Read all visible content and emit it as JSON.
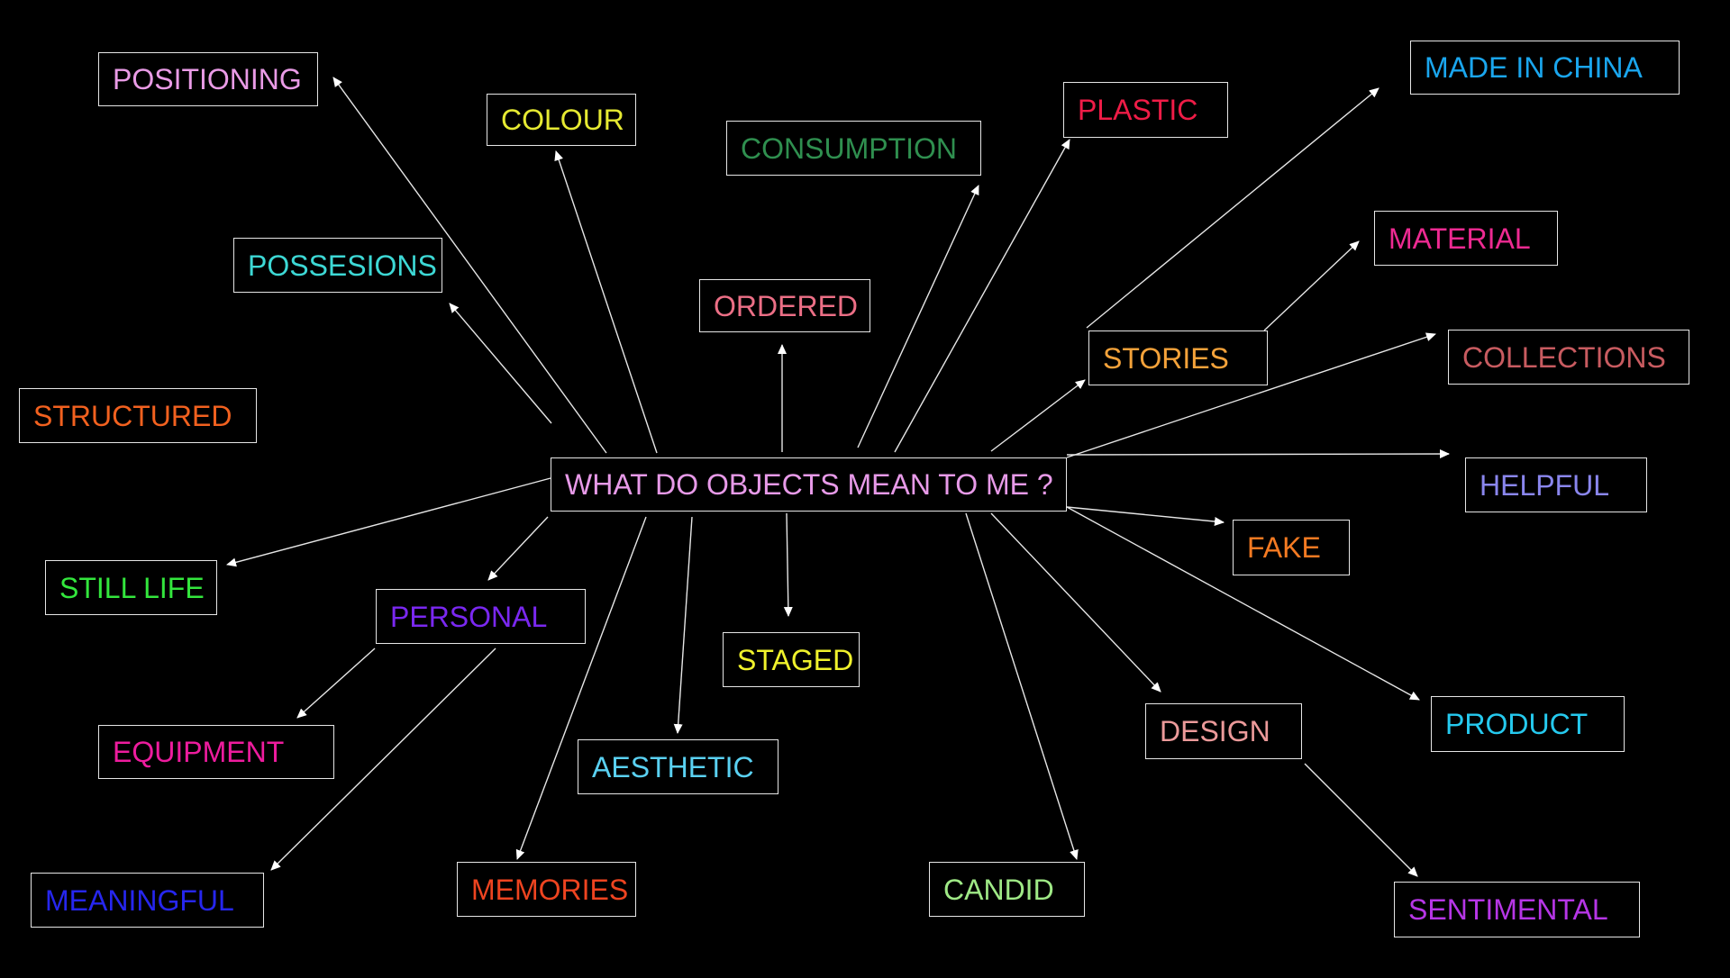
{
  "central": {
    "label": "WHAT DO OBJECTS MEAN TO ME ?",
    "color": "#e79ae8"
  },
  "nodes": [
    {
      "id": "positioning",
      "label": "POSITIONING",
      "color": "#e99be6"
    },
    {
      "id": "colour",
      "label": "COLOUR",
      "color": "#e6ea32"
    },
    {
      "id": "consumption",
      "label": "CONSUMPTION",
      "color": "#2f8f4f"
    },
    {
      "id": "plastic",
      "label": "PLASTIC",
      "color": "#ef1c47"
    },
    {
      "id": "made-in-china",
      "label": "MADE IN CHINA",
      "color": "#1aa6ee"
    },
    {
      "id": "possesions",
      "label": "POSSESIONS",
      "color": "#3dd8d5"
    },
    {
      "id": "ordered",
      "label": "ORDERED",
      "color": "#ec6f86"
    },
    {
      "id": "material",
      "label": "MATERIAL",
      "color": "#ee2a92"
    },
    {
      "id": "stories",
      "label": "STORIES",
      "color": "#f4a23a"
    },
    {
      "id": "collections",
      "label": "COLLECTIONS",
      "color": "#c85b60"
    },
    {
      "id": "structured",
      "label": "STRUCTURED",
      "color": "#f2611f"
    },
    {
      "id": "helpful",
      "label": "HELPFUL",
      "color": "#8a86ee"
    },
    {
      "id": "fake",
      "label": "FAKE",
      "color": "#f47a22"
    },
    {
      "id": "still-life",
      "label": "STILL LIFE",
      "color": "#33e63d"
    },
    {
      "id": "personal",
      "label": "PERSONAL",
      "color": "#7a28f0"
    },
    {
      "id": "staged",
      "label": "STAGED",
      "color": "#f0f22c"
    },
    {
      "id": "product",
      "label": "PRODUCT",
      "color": "#25c9ee"
    },
    {
      "id": "equipment",
      "label": "EQUIPMENT",
      "color": "#ee1c9e"
    },
    {
      "id": "design",
      "label": "DESIGN",
      "color": "#ec9a9a"
    },
    {
      "id": "aesthetic",
      "label": "AESTHETIC",
      "color": "#5ad1f2"
    },
    {
      "id": "meaningful",
      "label": "MEANINGFUL",
      "color": "#2626ee"
    },
    {
      "id": "memories",
      "label": "MEMORIES",
      "color": "#ee4420"
    },
    {
      "id": "candid",
      "label": "CANDID",
      "color": "#9fe986"
    },
    {
      "id": "sentimental",
      "label": "SENTIMENTAL",
      "color": "#b636e6"
    }
  ],
  "line_color": "#e6e6e6"
}
